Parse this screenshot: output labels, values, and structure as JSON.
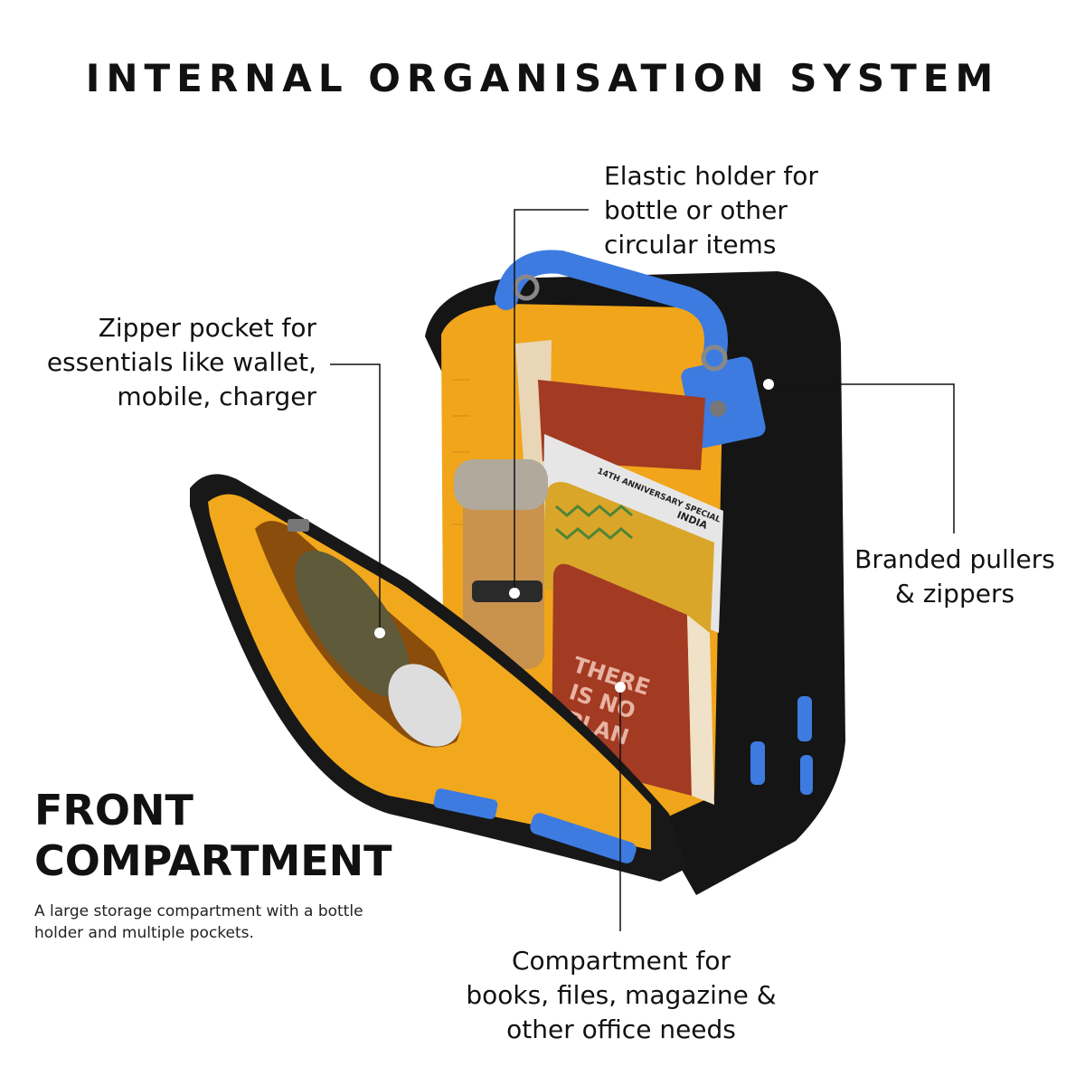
{
  "title": "INTERNAL ORGANISATION SYSTEM",
  "callouts": {
    "elastic": [
      "Elastic holder for",
      "bottle or other",
      "circular items"
    ],
    "zipper": [
      "Zipper pocket for",
      "essentials like wallet,",
      "mobile, charger"
    ],
    "pullers": [
      "Branded pullers",
      "& zippers"
    ],
    "books": [
      "Compartment for",
      "books, files, magazine &",
      "other office needs"
    ]
  },
  "section": {
    "heading": [
      "FRONT",
      "COMPARTMENT"
    ],
    "description": [
      "A large storage compartment with a bottle",
      "holder and multiple pockets."
    ]
  },
  "book_cover_text": [
    "THERE",
    "IS NO",
    "PLAN"
  ],
  "magazine_text": [
    "14TH ANNIVERSARY SPECIAL",
    "INDIA"
  ],
  "colors": {
    "bag_body": "#141414",
    "lining": "#f2a81c",
    "accent_blue": "#3d7be0",
    "book_red": "#a33a22",
    "bottle_wood": "#c9924d",
    "pouch_olive": "#5e5a3a"
  }
}
